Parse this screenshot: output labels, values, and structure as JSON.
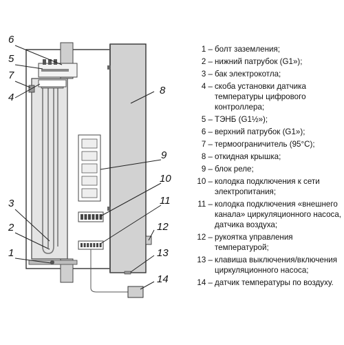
{
  "callouts": {
    "c1": "1",
    "c2": "2",
    "c3": "3",
    "c4": "4",
    "c5": "5",
    "c6": "6",
    "c7": "7",
    "c8": "8",
    "c9": "9",
    "c10": "10",
    "c11": "11",
    "c12": "12",
    "c13": "13",
    "c14": "14"
  },
  "legend": [
    {
      "num": "1 –",
      "text": "болт заземления;"
    },
    {
      "num": "2 –",
      "text": "нижний патрубок (G1»);"
    },
    {
      "num": "3 –",
      "text": "бак электрокотла;"
    },
    {
      "num": "4 –",
      "text": "скоба установки датчика температуры цифрового контроллера;"
    },
    {
      "num": "5 –",
      "text": "ТЭНБ (G1½»);"
    },
    {
      "num": "6 –",
      "text": "верхний патрубок (G1»);"
    },
    {
      "num": "7 –",
      "text": "термоограничитель (95°С);"
    },
    {
      "num": "8 –",
      "text": "откидная крышка;"
    },
    {
      "num": "9 –",
      "text": "блок реле;"
    },
    {
      "num": "10 –",
      "text": "колодка подключения к сети электропитания;"
    },
    {
      "num": "11 –",
      "text": "колодка подключения «внешнего канала» циркуляционного насоса, датчика воздуха;"
    },
    {
      "num": "12 –",
      "text": "рукоятка управления температурой;"
    },
    {
      "num": "13 –",
      "text": "клавиша выключения/включения циркуляционного насоса;"
    },
    {
      "num": "14 –",
      "text": "датчик температуры по воздуху."
    }
  ]
}
